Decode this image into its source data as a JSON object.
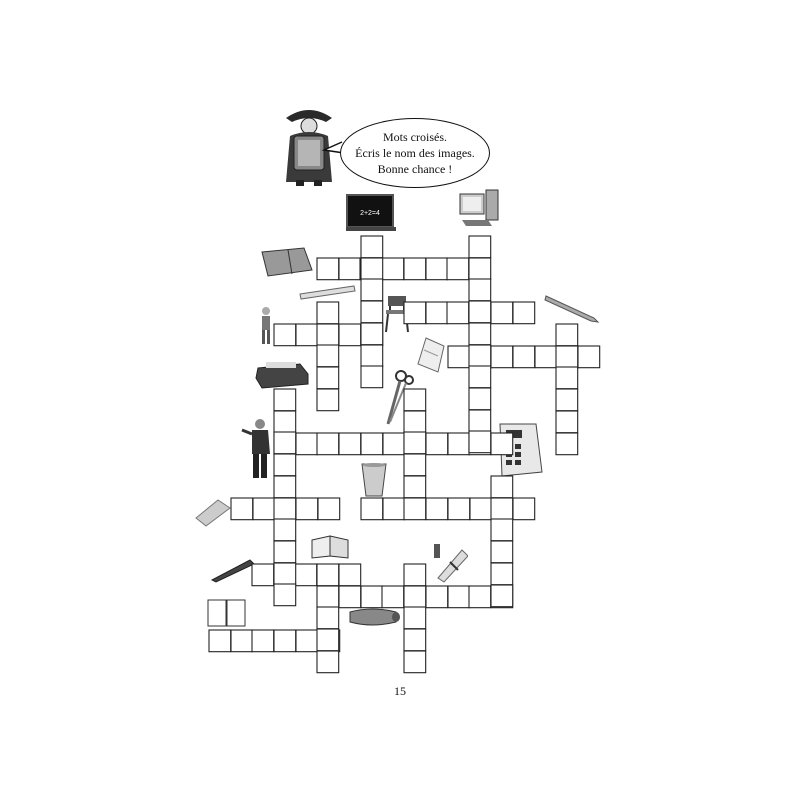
{
  "speech_bubble": {
    "line1": "Mots croisés.",
    "line2": "Écris le nom des images.",
    "line3": "Bonne chance !"
  },
  "blackboard_text": "2+2=4",
  "page_number": "15",
  "pictures": [
    "pirate-teacher-icon",
    "blackboard-icon",
    "computer-icon",
    "folder-icon",
    "ruler-icon",
    "schoolboy-icon",
    "chair-icon",
    "pencil-icon",
    "printer-icon",
    "paper-icon",
    "scissors-icon",
    "teacher-icon",
    "calculator-icon",
    "cup-icon",
    "eraser-icon",
    "book-icon",
    "pen-icon",
    "glue-icon",
    "notebook-icon",
    "pencil-case-icon"
  ]
}
